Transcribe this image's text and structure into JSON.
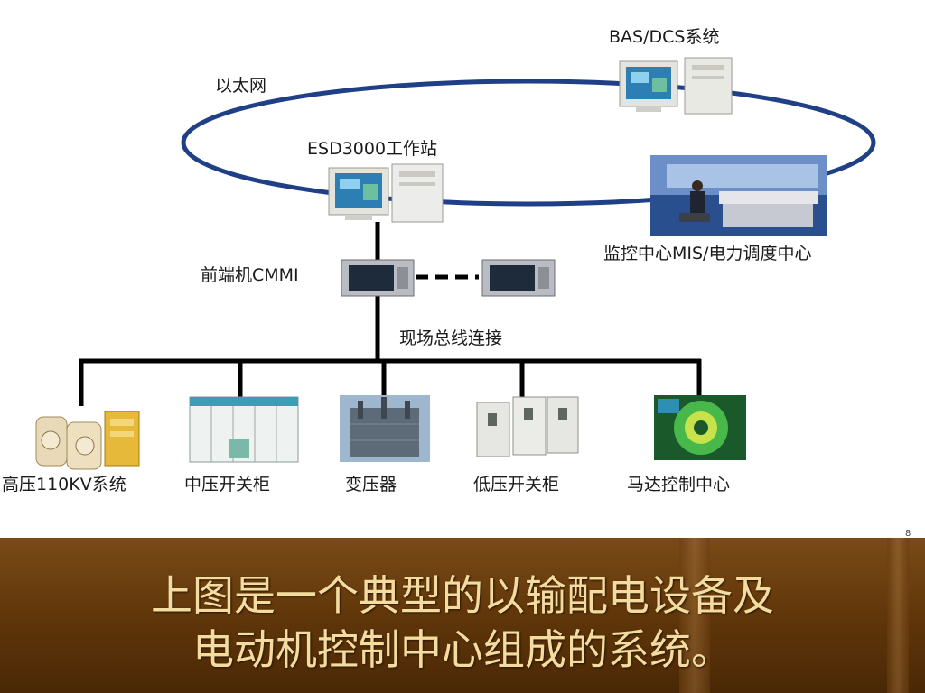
{
  "diagram": {
    "ethernet_label": "以太网",
    "bas_dcs_label": "BAS/DCS系统",
    "esd_workstation_label": "ESD3000工作站",
    "control_center_label": "监控中心MIS/电力调度中心",
    "front_end_label": "前端机CMMI",
    "fieldbus_label": "现场总线连接",
    "devices": [
      {
        "label": "高压110KV系统"
      },
      {
        "label": "中压开关柜"
      },
      {
        "label": "变压器"
      },
      {
        "label": "低压开关柜"
      },
      {
        "label": "马达控制中心"
      }
    ]
  },
  "caption": {
    "line1": "上图是一个典型的以输配电设备及",
    "line2": "电动机控制中心组成的系统。"
  },
  "slide_number": "8",
  "colors": {
    "ring": "#1f3f86",
    "bus": "#000000",
    "banner": "#5e3509",
    "caption_text": "#f3dca0"
  }
}
